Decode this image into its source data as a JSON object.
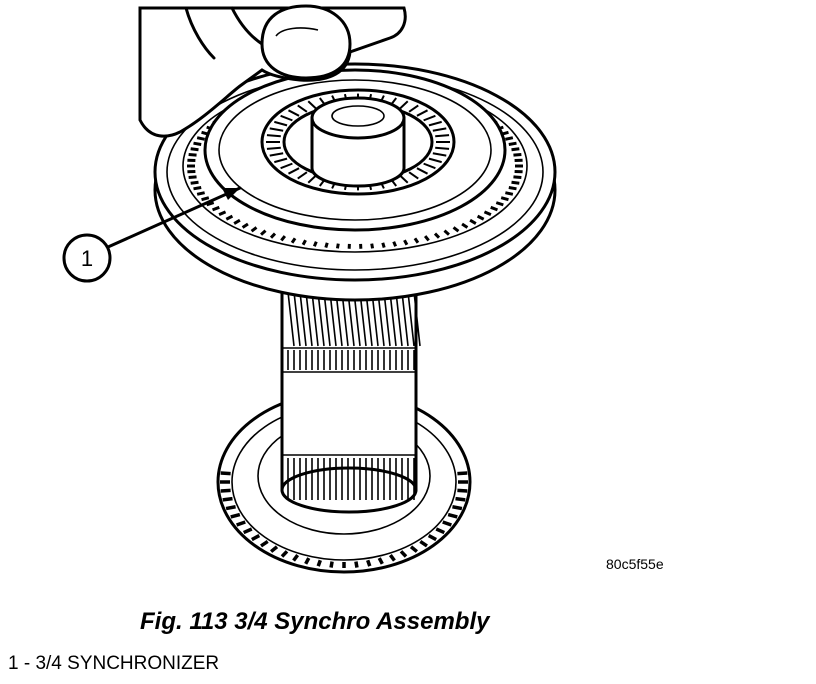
{
  "figure": {
    "id_code": "80c5f55e",
    "caption": "Fig. 113 3/4 Synchro Assembly"
  },
  "callouts": [
    {
      "number": "1"
    }
  ],
  "legend": [
    {
      "text": "1 - 3/4 SYNCHRONIZER"
    }
  ]
}
